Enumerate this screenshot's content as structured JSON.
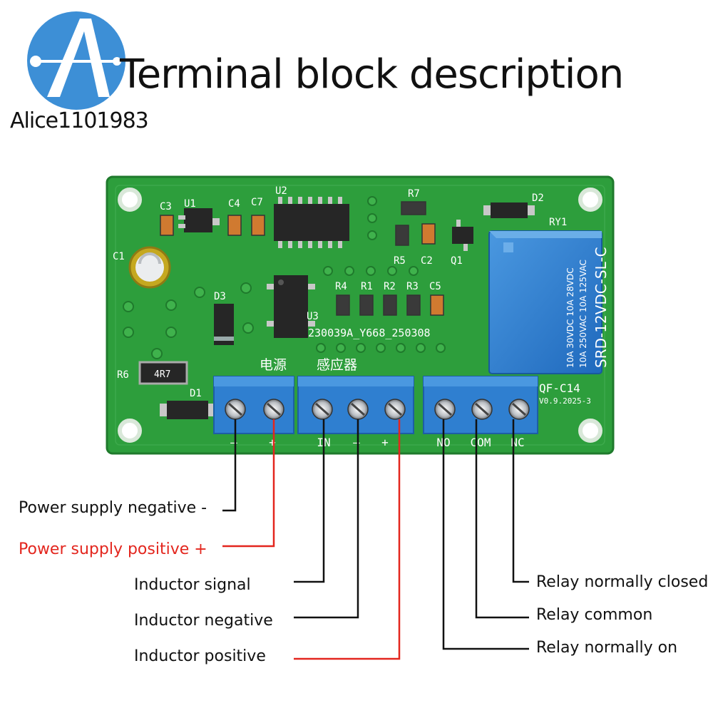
{
  "brand": "Alice1101983",
  "title": "Terminal block description",
  "board": {
    "silkscreen": {
      "c3": "C3",
      "u1": "U1",
      "c4": "C4",
      "c7": "C7",
      "u2": "U2",
      "r7": "R7",
      "d2": "D2",
      "ry1": "RY1",
      "c1": "C1",
      "r5": "R5",
      "c2": "C2",
      "q1": "Q1",
      "d3": "D3",
      "r4": "R4",
      "r1": "R1",
      "r2": "R2",
      "r3": "R3",
      "c5": "C5",
      "u3": "U3",
      "serial": "230039A_Y668_250308",
      "r6": "R6",
      "r6_value": "4R7",
      "d1": "D1",
      "power_cn": "电源",
      "sensor_cn": "感应器",
      "model": "QF-C14",
      "version": "V0.9.2025-3",
      "pin_minus_power": "–",
      "pin_plus_power": "+",
      "pin_in": "IN",
      "pin_minus_sensor": "–",
      "pin_plus_sensor": "+",
      "pin_no": "NO",
      "pin_com": "COM",
      "pin_nc": "NC"
    },
    "relay": {
      "line1": "SRD-12VDC-SL-C",
      "line2": "10A 250VAC  10A 125VAC",
      "line3": "10A 30VDC  10A 28VDC"
    }
  },
  "labels": {
    "power_negative": "Power supply negative -",
    "power_positive": "Power supply positive +",
    "inductor_signal": "Inductor signal",
    "inductor_negative": "Inductor negative",
    "inductor_positive": "Inductor positive",
    "relay_nc": "Relay normally closed",
    "relay_com": "Relay common",
    "relay_no": "Relay normally on"
  },
  "colors": {
    "pcb": "#2d9e3c",
    "terminal": "#2f7fd0",
    "relay": "#2f7fd0",
    "accent_red": "#e3261e",
    "logo": "#3d8fd6"
  }
}
